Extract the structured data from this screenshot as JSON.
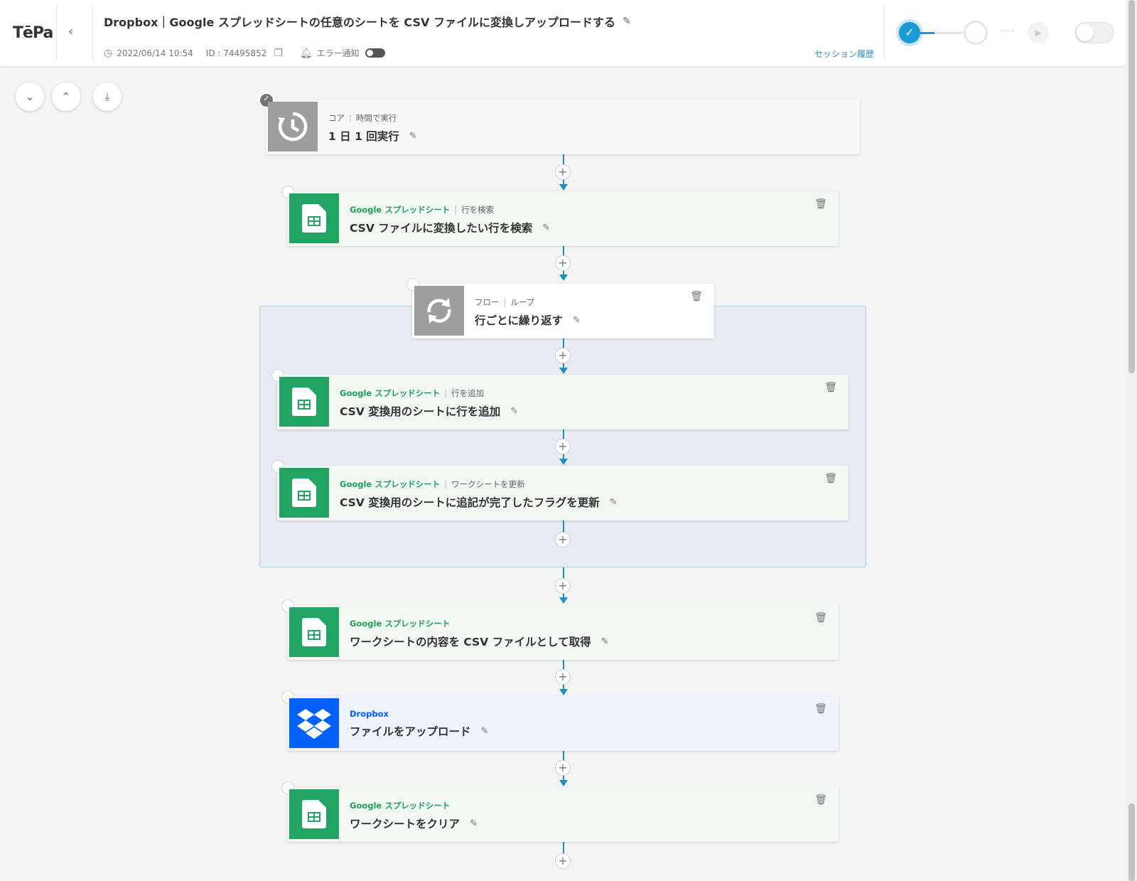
{
  "header": {
    "logo": "TēPa",
    "back_label": "‹",
    "title": "Dropbox｜Google スプレッドシートの任意のシートを CSV ファイルに変換しアップロードする",
    "date": "2022/06/14 10:54",
    "id_text": "ID : 74495852",
    "error_notice_label": "エラー通知",
    "session_history_label": "セッション履歴"
  },
  "icons": {
    "clock": "clock-icon",
    "copy": "copy-icon",
    "bell": "bell-icon",
    "pencil": "pencil-icon",
    "trash": "trash-icon",
    "collapse": "collapse-icon",
    "expand": "expand-icon",
    "download": "download-icon"
  },
  "status": {
    "step1_done": true,
    "dots": "····",
    "active_toggle": false
  },
  "colors": {
    "accent": "#1a9ad6",
    "sheets_green": "#1e9e5a",
    "dropbox_blue": "#0061fe",
    "core_gray": "#9e9e9e"
  },
  "flow": {
    "trigger": {
      "app": "コア",
      "action": "時間で実行",
      "name": "1 日 1 回実行"
    },
    "step1": {
      "app": "Google スプレッドシート",
      "action": "行を検索",
      "name": "CSV ファイルに変換したい行を検索"
    },
    "loop": {
      "app": "フロー",
      "action": "ループ",
      "name": "行ごとに繰り返す"
    },
    "loop_step1": {
      "app": "Google スプレッドシート",
      "action": "行を追加",
      "name": "CSV 変換用のシートに行を追加"
    },
    "loop_step2": {
      "app": "Google スプレッドシート",
      "action": "ワークシートを更新",
      "name": "CSV 変換用のシートに追記が完了したフラグを更新"
    },
    "step3": {
      "app": "Google スプレッドシート",
      "name": "ワークシートの内容を CSV ファイルとして取得"
    },
    "step4": {
      "app": "Dropbox",
      "name": "ファイルをアップロード"
    },
    "step5": {
      "app": "Google スプレッドシート",
      "name": "ワークシートをクリア"
    }
  }
}
